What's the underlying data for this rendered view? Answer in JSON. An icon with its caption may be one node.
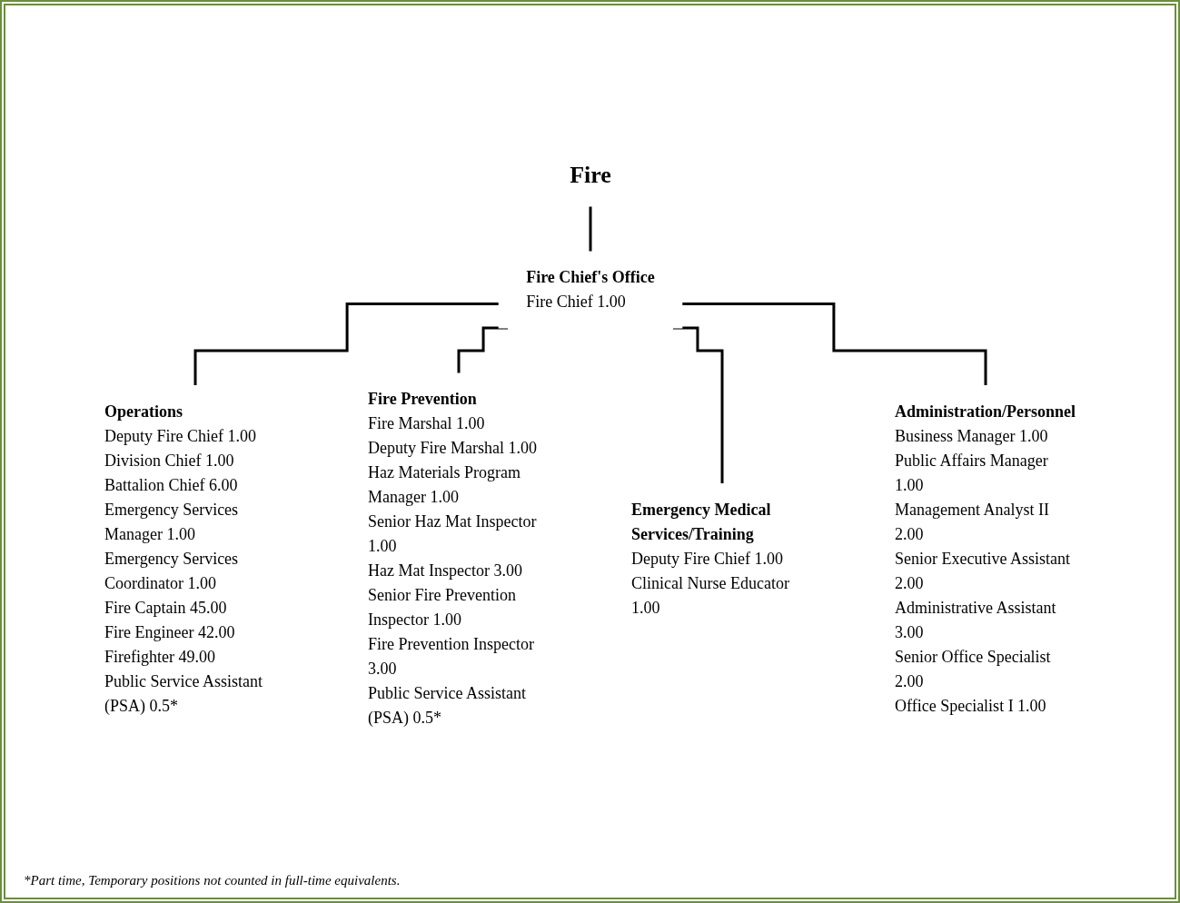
{
  "diagram": {
    "nodes": [
      {
        "text": [
          "Fire"
        ]
      },
      {
        "text": [
          "Fire Chief's Office",
          "Fire Chief 1.00"
        ]
      },
      {
        "text": [
          "Operations",
          "Deputy Fire Chief 1.00",
          "Division Chief 1.00",
          "Battalion Chief 6.00",
          "Emergency Services Manager 1.00",
          "Emergency Services Coordinator 1.00",
          "Fire Captain 45.00",
          "Fire Engineer 42.00",
          "Firefighter 49.00",
          "Public Service Assistant (PSA) 0.5*"
        ]
      },
      {
        "text": [
          "Fire Prevention",
          "Fire Marshal 1.00",
          "Deputy Fire Marshal 1.00",
          "Haz Materials Program Manager 1.00",
          "Senior Haz Mat Inspector 1.00",
          "Haz Mat Inspector 3.00",
          "Senior Fire Prevention Inspector 1.00",
          "Fire Prevention Inspector 3.00",
          "Public Service Assistant (PSA) 0.5*"
        ]
      },
      {
        "text": [
          "Emergency Medical Services/Training",
          "Deputy Fire Chief 1.00",
          "Clinical Nurse Educator 1.00"
        ]
      },
      {
        "text": [
          "Administration/Personnel",
          "Business Manager 1.00",
          "Public Affairs Manager 1.00",
          "Management Analyst II 2.00",
          "Senior Executive Assistant 2.00",
          "Administrative Assistant 3.00",
          "Senior Office Specialist 2.00",
          "Office Specialist I 1.00"
        ]
      }
    ],
    "edges": [
      {
        "from": 0,
        "to": 1,
        "arrow": "none"
      },
      {
        "from": 1,
        "to": 2,
        "arrow": "none"
      },
      {
        "from": 1,
        "to": 3,
        "arrow": "none"
      },
      {
        "from": 1,
        "to": 4,
        "arrow": "none"
      },
      {
        "from": 1,
        "to": 5,
        "arrow": "none"
      }
    ],
    "labels": [
      "*Part time, Temporary positions not counted in full-time equivalents."
    ]
  }
}
